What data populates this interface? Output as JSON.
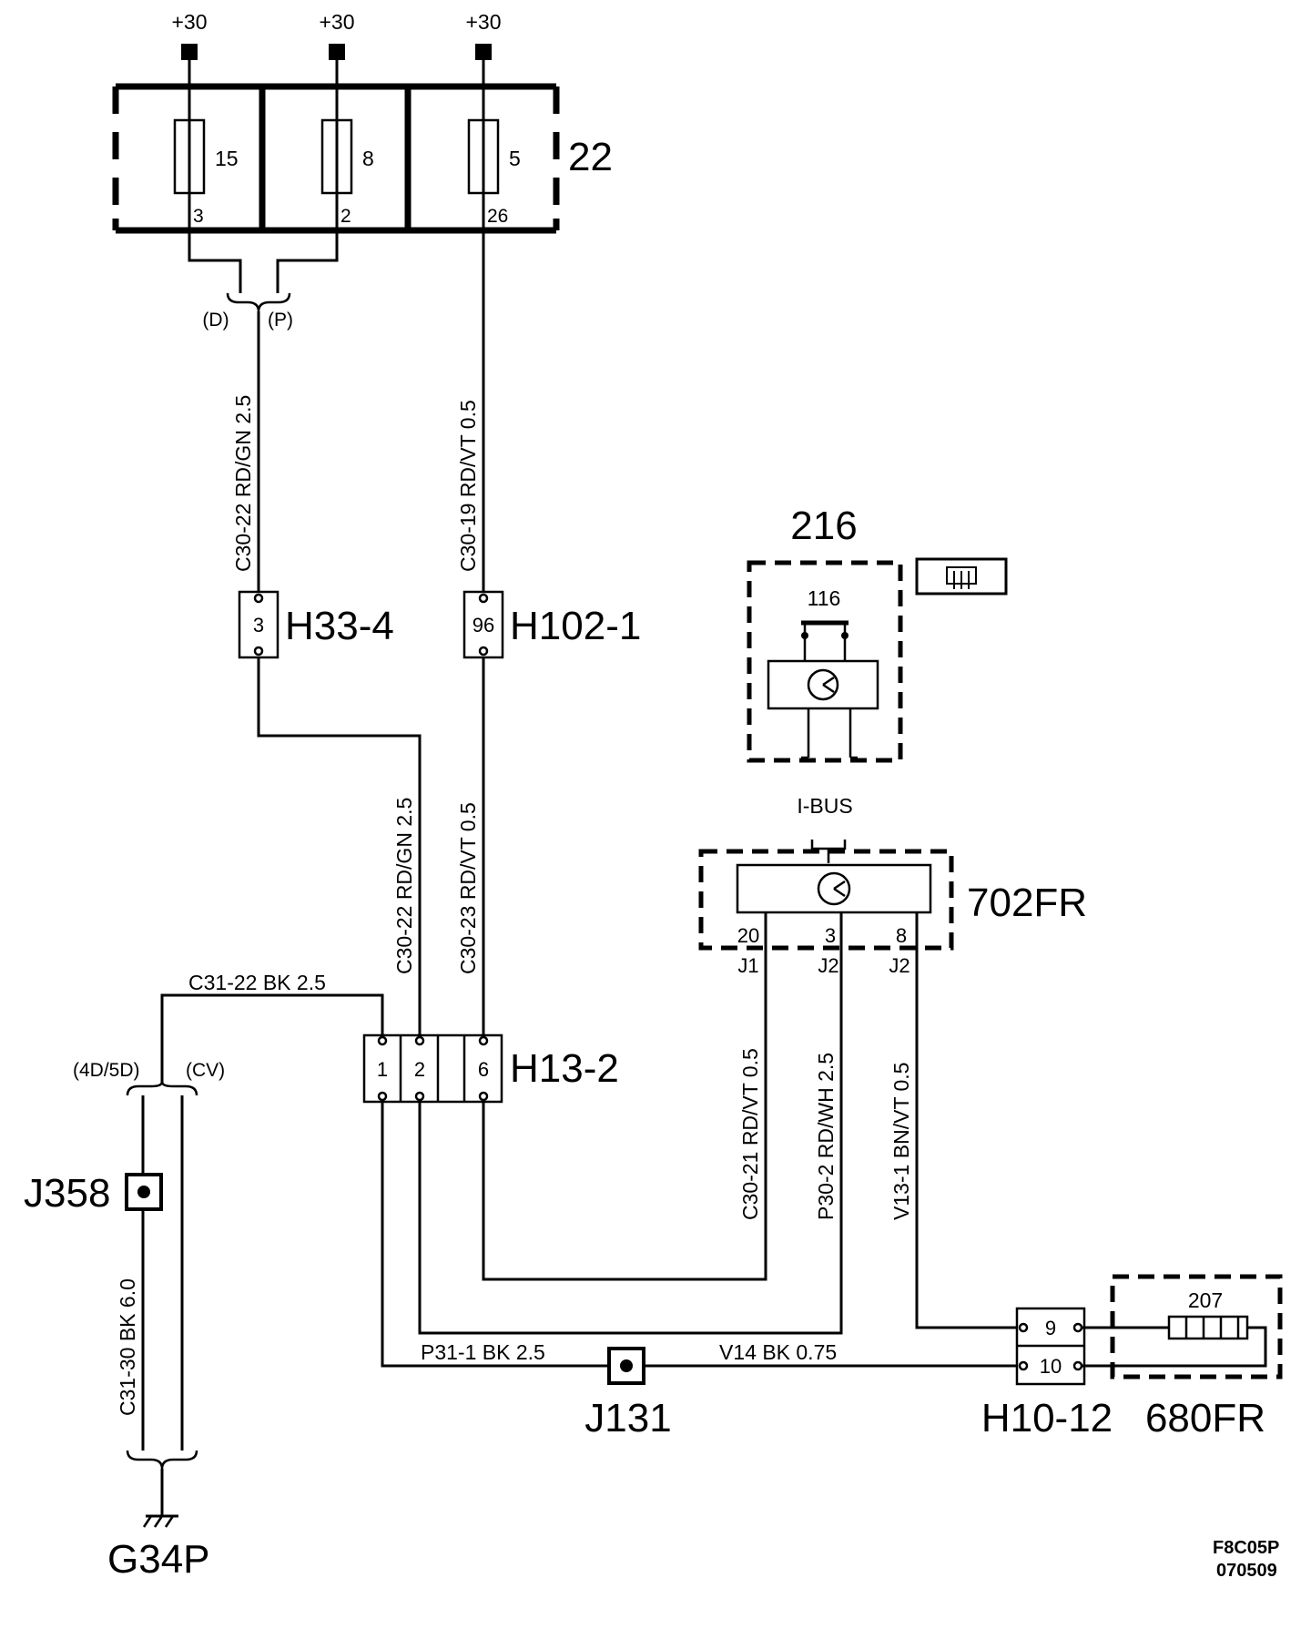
{
  "supplies": [
    "+30",
    "+30",
    "+30"
  ],
  "fuse_box": {
    "id": "22",
    "fuses": [
      {
        "rating": "15",
        "pin": "3"
      },
      {
        "rating": "8",
        "pin": "2"
      },
      {
        "rating": "5",
        "pin": "26"
      }
    ]
  },
  "variants": {
    "d": "(D)",
    "p": "(P)",
    "d4_5d": "(4D/5D)",
    "cv": "(CV)"
  },
  "wires": {
    "c30_22_top": "C30-22 RD/GN 2.5",
    "c30_19": "C30-19 RD/VT 0.5",
    "c30_22_bot": "C30-22 RD/GN 2.5",
    "c30_23": "C30-23 RD/VT 0.5",
    "c31_22": "C31-22 BK 2.5",
    "c30_21": "C30-21 RD/VT 0.5",
    "p30_2": "P30-2 RD/WH 2.5",
    "v13_1": "V13-1 BN/VT 0.5",
    "c31_30": "C31-30 BK 6.0",
    "p31_1": "P31-1 BK 2.5",
    "v14": "V14 BK 0.75"
  },
  "connectors": {
    "h33_4": {
      "id": "H33-4",
      "pin": "3"
    },
    "h102_1": {
      "id": "H102-1",
      "pin": "96"
    },
    "h13_2": {
      "id": "H13-2",
      "pins": [
        "1",
        "2",
        "6"
      ]
    },
    "h10_12": {
      "id": "H10-12",
      "pins": [
        "9",
        "10"
      ]
    }
  },
  "module_216": {
    "id": "216",
    "switch": "116",
    "bus": "I-BUS"
  },
  "module_702fr": {
    "id": "702FR",
    "pins": [
      "20",
      "3",
      "8"
    ],
    "plugs": [
      "J1",
      "J2",
      "J2"
    ]
  },
  "component_680fr": {
    "id": "680FR",
    "element": "207"
  },
  "splices": {
    "j358": "J358",
    "j131": "J131"
  },
  "ground": "G34P",
  "footer": {
    "code": "F8C05P",
    "date": "070509"
  }
}
